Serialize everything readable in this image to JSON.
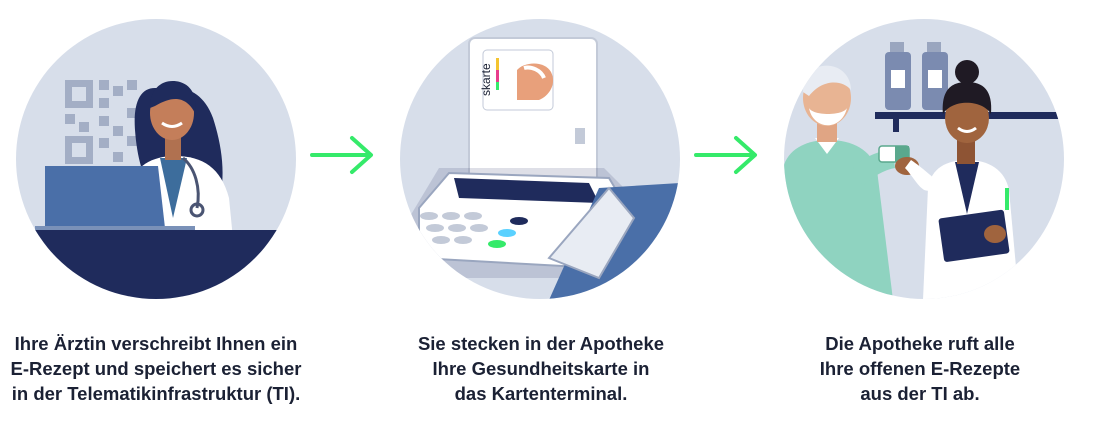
{
  "colors": {
    "circle_bg": "#d7deea",
    "navy": "#1f2b5c",
    "arrow_green": "#35ea6a",
    "text": "#1b2134"
  },
  "steps": [
    {
      "caption_lines": [
        "Ihre Ärztin verschreibt Ihnen ein",
        "E-Rezept und speichert es sicher",
        "in der Telematikinfrastruktur (TI)."
      ]
    },
    {
      "card_text": "skarte",
      "caption_lines": [
        "Sie stecken in der Apotheke",
        "Ihre Gesundheitskarte in",
        "das Kartenterminal."
      ]
    },
    {
      "caption_lines": [
        "Die Apotheke ruft alle",
        "Ihre offenen E-Rezepte",
        "aus der TI ab."
      ]
    }
  ]
}
